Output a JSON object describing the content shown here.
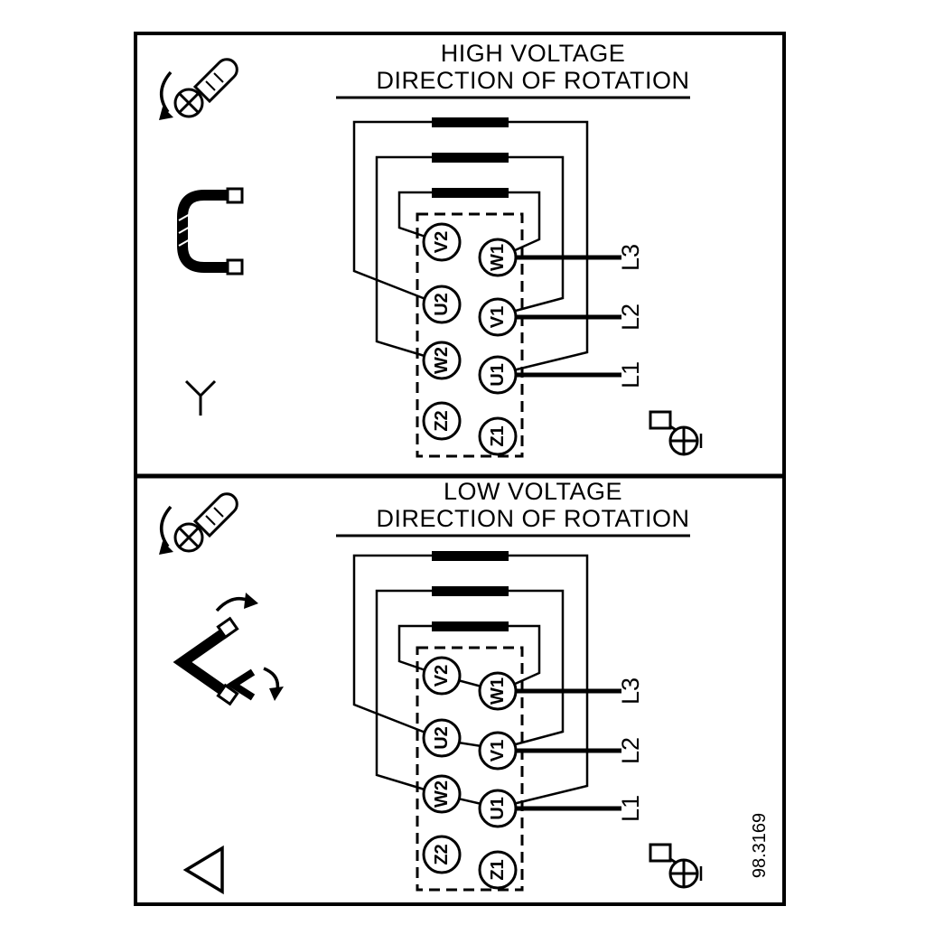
{
  "figure_number": "98.3169",
  "colors": {
    "ink": "#000000",
    "background": "#ffffff"
  },
  "panels": [
    {
      "title_line1": "HIGH VOLTAGE",
      "title_line2": "DIRECTION OF ROTATION",
      "connection_symbol": "star",
      "terminals_left": [
        "V2",
        "U2",
        "W2",
        "Z2"
      ],
      "terminals_right": [
        "W1",
        "V1",
        "U1",
        "Z1"
      ],
      "supply_lines": [
        "L3",
        "L2",
        "L1"
      ]
    },
    {
      "title_line1": "LOW VOLTAGE",
      "title_line2": "DIRECTION OF ROTATION",
      "connection_symbol": "delta",
      "terminals_left": [
        "V2",
        "U2",
        "W2",
        "Z2"
      ],
      "terminals_right": [
        "W1",
        "V1",
        "U1",
        "Z1"
      ],
      "supply_lines": [
        "L3",
        "L2",
        "L1"
      ]
    }
  ]
}
